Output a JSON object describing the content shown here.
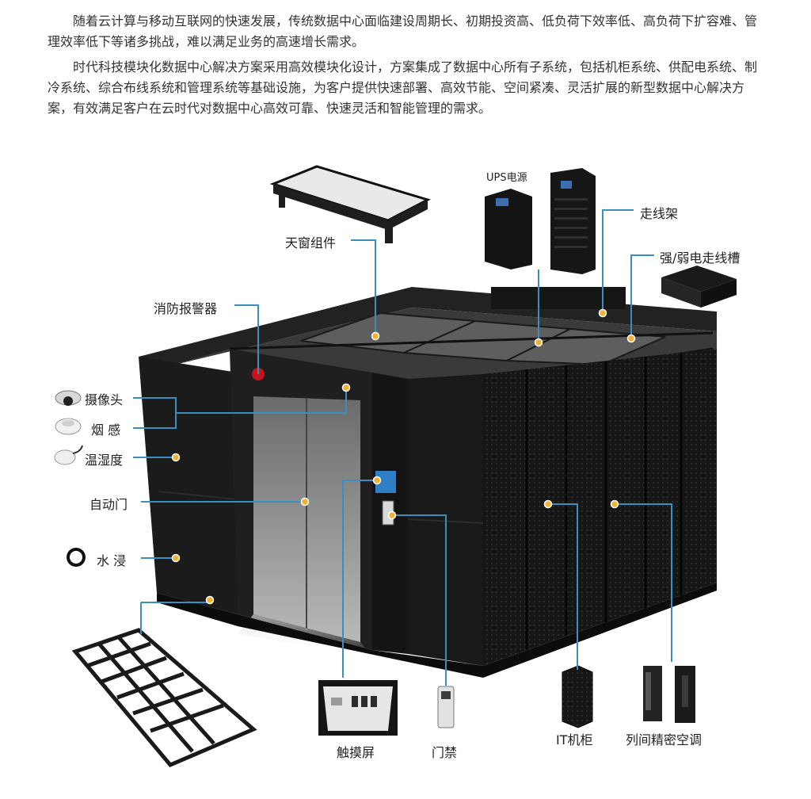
{
  "intro": {
    "p1": "随着云计算与移动互联网的快速发展，传统数据中心面临建设周期长、初期投资高、低负荷下效率低、高负荷下扩容难、管理效率低下等诸多挑战，难以满足业务的高速增长需求。",
    "p2": "时代科技模块化数据中心解决方案采用高效模块化设计，方案集成了数据中心所有子系统，包括机柜系统、供配电系统、制冷系统、综合布线系统和管理系统等基础设施，为客户提供快速部署、高效节能、空间紧凑、灵活扩展的新型数据中心解决方案，有效满足客户在云时代对数据中心高效可靠、快速灵活和智能管理的需求。"
  },
  "labels": {
    "skylight": "天窗组件",
    "ups": "UPS电源",
    "cable_tray": "走线架",
    "trunking": "强/弱电走线槽",
    "fire_alarm": "消防报警器",
    "camera": "摄像头",
    "smoke": "烟 感",
    "temp_humidity": "温湿度",
    "auto_door": "自动门",
    "water": "水 浸",
    "touch_screen": "触摸屏",
    "access_control": "门禁",
    "it_cabinet": "IT机柜",
    "inrow_ac": "列间精密空调"
  },
  "colors": {
    "line": "#3d8ec0",
    "dot": "#f2b233",
    "cabinet": "#1a1a1a",
    "cabinet_dark": "#0f0f0f",
    "cabinet_light": "#2b2b2b"
  }
}
